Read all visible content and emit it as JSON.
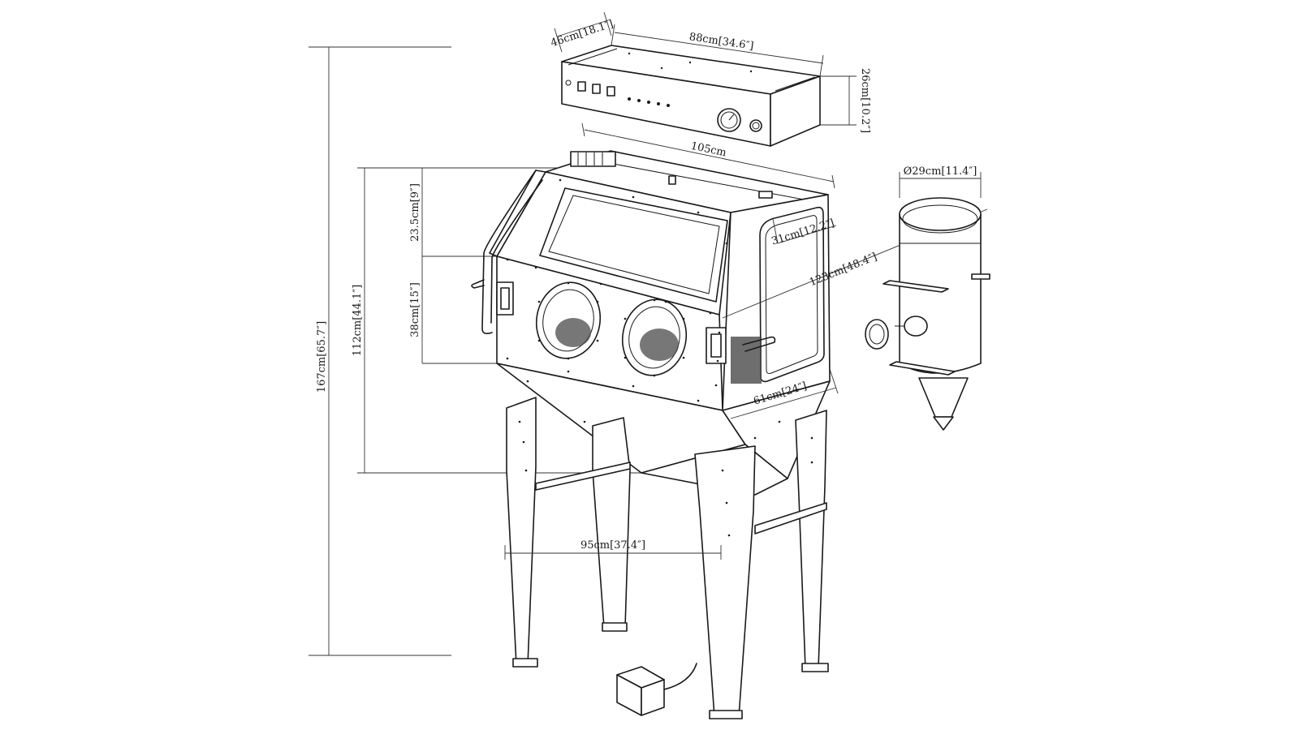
{
  "dimensions": {
    "top_depth": "46cm[18.1″]",
    "top_width": "88cm[34.6″]",
    "top_height": "26cm[10.2″]",
    "cabinet_width": "105cm",
    "window_height": "23.5cm[9″]",
    "side_depth": "31cm[12.2″]",
    "diagonal": "123cm[48.4″]",
    "port_height": "38cm[15″]",
    "cabinet_height": "112cm[44.1″]",
    "total_height": "167cm[65.7″]",
    "base_depth": "61cm[24″]",
    "leg_width": "95cm[37.4″]",
    "collector_diameter": "Ø29cm[11.4″]"
  }
}
